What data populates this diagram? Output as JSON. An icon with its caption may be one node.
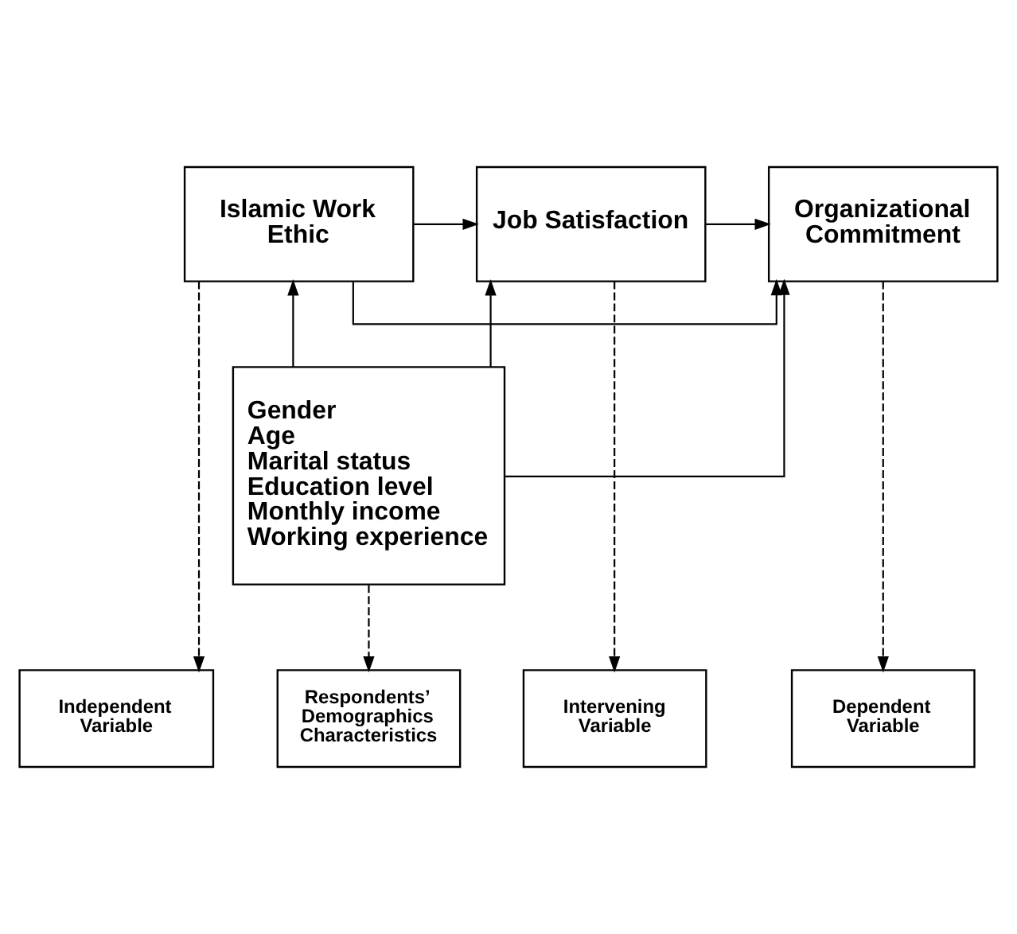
{
  "diagram": {
    "nodes": [
      {
        "text": [
          "Islamic Work Ethic"
        ]
      },
      {
        "text": [
          "Job Satisfaction"
        ]
      },
      {
        "text": [
          "Organizational Commitment"
        ]
      },
      {
        "text": [
          "Gender",
          "Age",
          "Marital status",
          "Education level",
          "Monthly income",
          "Working experience"
        ]
      },
      {
        "text": [
          "Independent Variable"
        ]
      },
      {
        "text": [
          "Respondents’ Demographics Characteristics"
        ]
      },
      {
        "text": [
          "Intervening Variable"
        ]
      },
      {
        "text": [
          "Dependent Variable"
        ]
      }
    ],
    "edges": [
      {
        "from": 0,
        "to": 2,
        "arrow": "to"
      },
      {
        "from": 0,
        "to": 1,
        "arrow": "to"
      },
      {
        "from": 1,
        "to": 2,
        "arrow": "to"
      },
      {
        "from": 3,
        "to": 0,
        "arrow": "to"
      },
      {
        "from": 3,
        "to": 1,
        "arrow": "to"
      },
      {
        "from": 3,
        "to": 2,
        "arrow": "to"
      },
      {
        "from": 0,
        "to": 4,
        "arrow": "to",
        "style": "dashed"
      },
      {
        "from": 3,
        "to": 5,
        "arrow": "to",
        "style": "dashed"
      },
      {
        "from": 1,
        "to": 6,
        "arrow": "to",
        "style": "dashed"
      },
      {
        "from": 2,
        "to": 7,
        "arrow": "to",
        "style": "dashed"
      }
    ]
  }
}
